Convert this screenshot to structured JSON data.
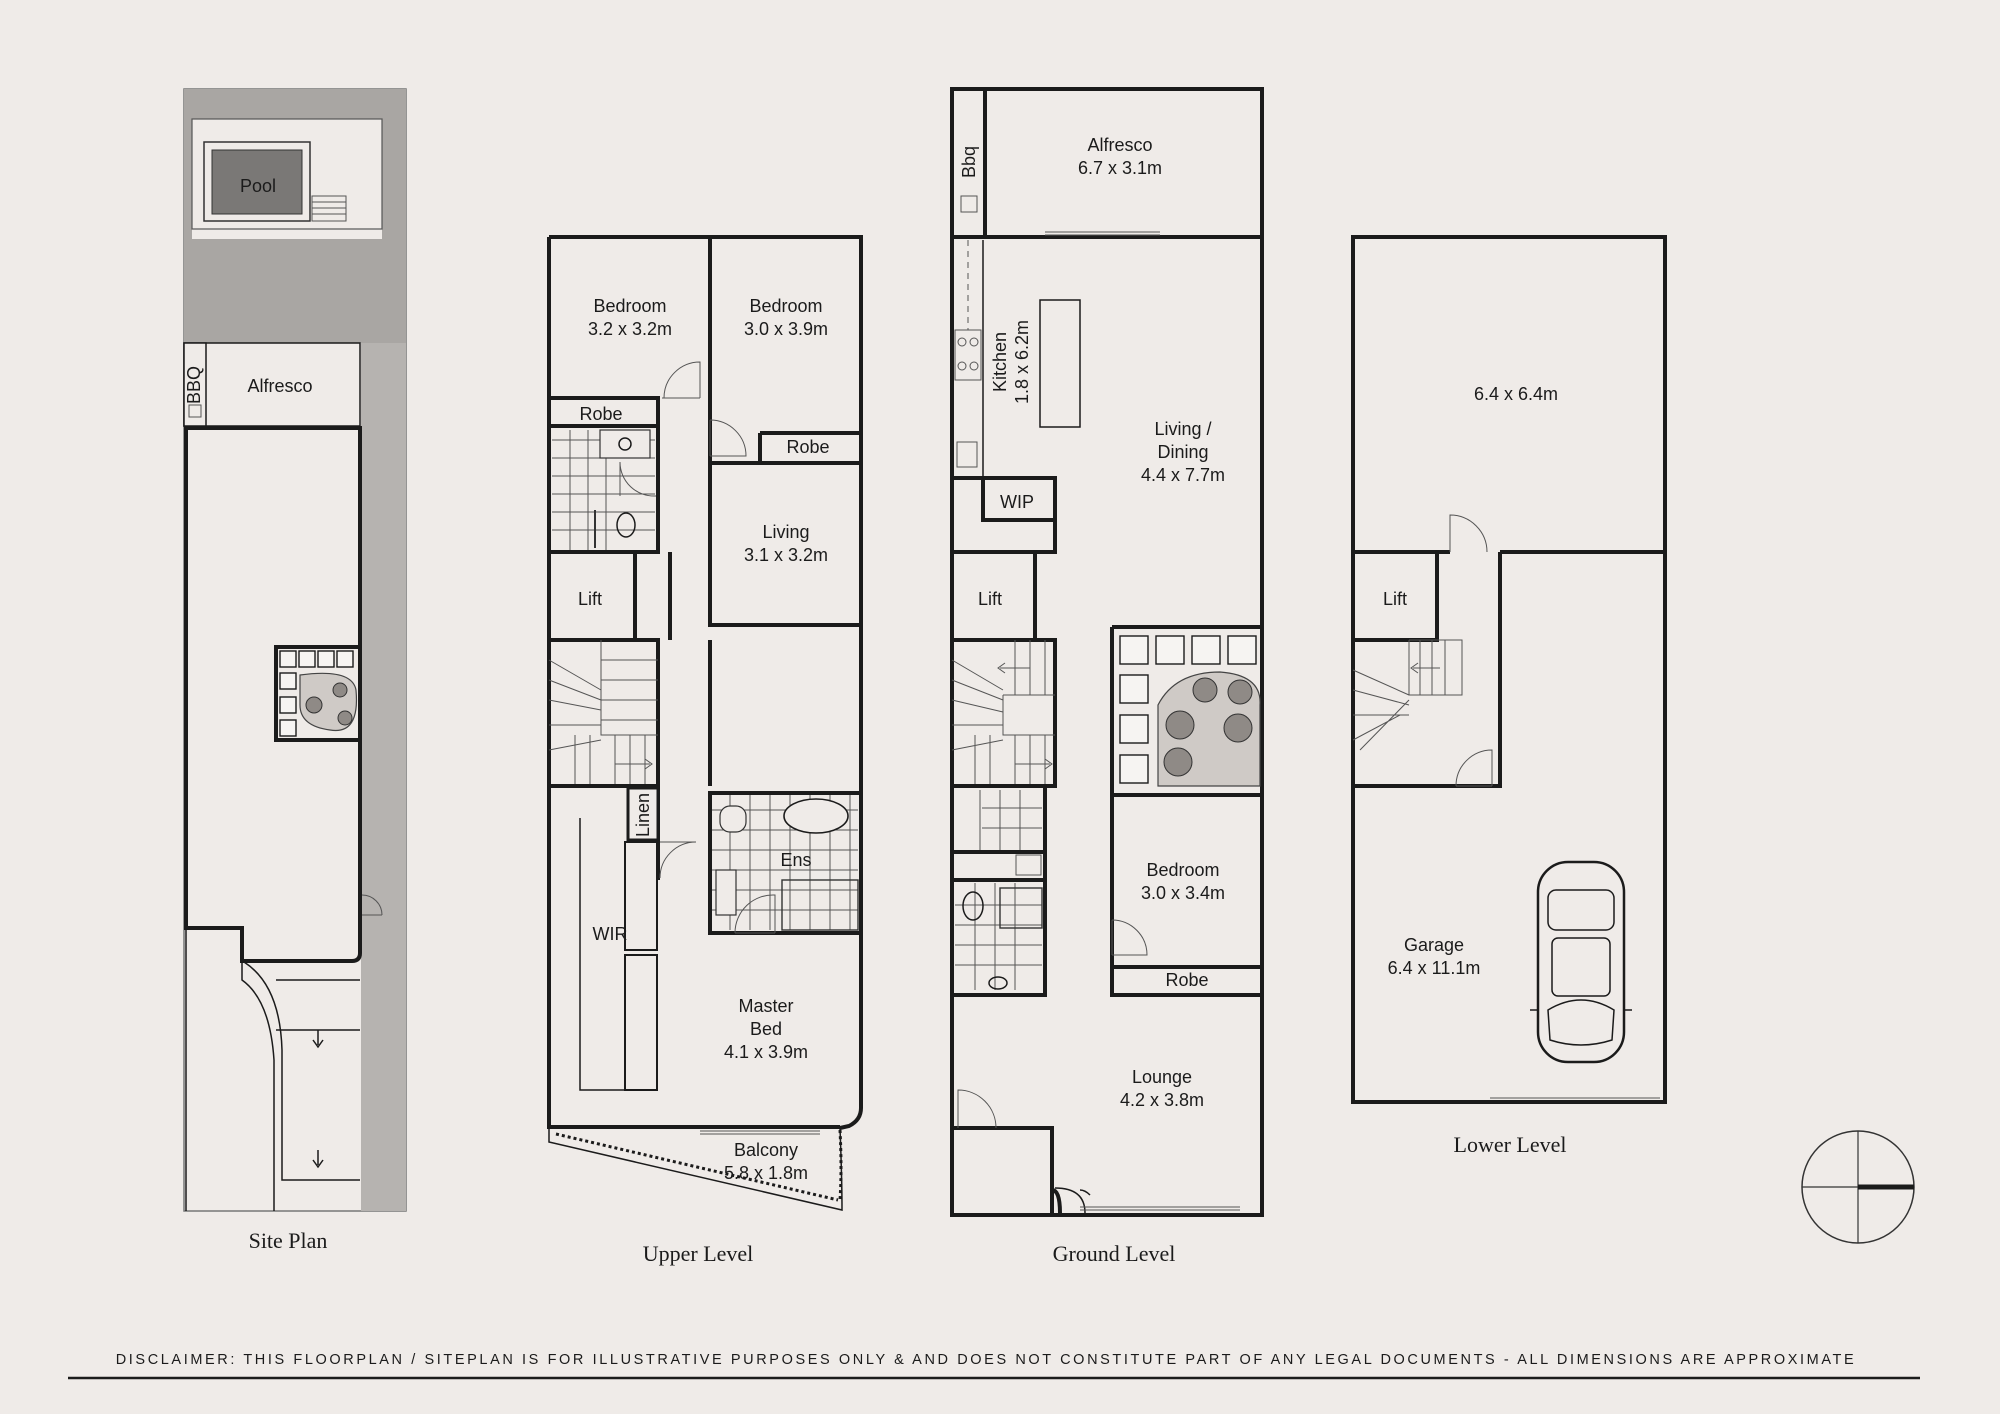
{
  "site_plan": {
    "caption": "Site Plan",
    "rooms": {
      "pool": "Pool",
      "bbq": "BBQ",
      "alfresco": "Alfresco"
    }
  },
  "upper_level": {
    "caption": "Upper Level",
    "rooms": {
      "bedroom_1": {
        "name": "Bedroom",
        "size": "3.2 x 3.2m"
      },
      "bedroom_2": {
        "name": "Bedroom",
        "size": "3.0 x 3.9m"
      },
      "robe_1": "Robe",
      "robe_2": "Robe",
      "living": {
        "name": "Living",
        "size": "3.1 x 3.2m"
      },
      "lift": "Lift",
      "linen": "Linen",
      "ens": "Ens",
      "wir": "WIR",
      "master_bed": {
        "line1": "Master",
        "line2": "Bed",
        "size": "4.1 x 3.9m"
      },
      "balcony": {
        "name": "Balcony",
        "size": "5.8 x 1.8m"
      }
    }
  },
  "ground_level": {
    "caption": "Ground Level",
    "rooms": {
      "bbq": "Bbq",
      "alfresco": {
        "name": "Alfresco",
        "size": "6.7 x 3.1m"
      },
      "kitchen": {
        "name": "Kitchen",
        "size": "1.8 x 6.2m"
      },
      "living_dining": {
        "line1": "Living /",
        "line2": "Dining",
        "size": "4.4 x 7.7m"
      },
      "wip": "WIP",
      "lift": "Lift",
      "bedroom": {
        "name": "Bedroom",
        "size": "3.0 x 3.4m"
      },
      "robe": "Robe",
      "lounge": {
        "name": "Lounge",
        "size": "4.2 x 3.8m"
      }
    }
  },
  "lower_level": {
    "caption": "Lower Level",
    "rooms": {
      "storage": {
        "size": "6.4 x 6.4m"
      },
      "lift": "Lift",
      "garage": {
        "name": "Garage",
        "size": "6.4 x 11.1m"
      }
    }
  },
  "disclaimer": "DISCLAIMER: THIS FLOORPLAN / SITEPLAN IS FOR ILLUSTRATIVE PURPOSES ONLY & AND DOES NOT CONSTITUTE PART OF ANY LEGAL DOCUMENTS - ALL DIMENSIONS ARE APPROXIMATE",
  "compass": {
    "icon": "compass-icon"
  },
  "colors": {
    "background": "#efebe8",
    "wall": "#1b1b1b",
    "site_grey": "#a9a6a3",
    "pool": "#7a7876"
  }
}
